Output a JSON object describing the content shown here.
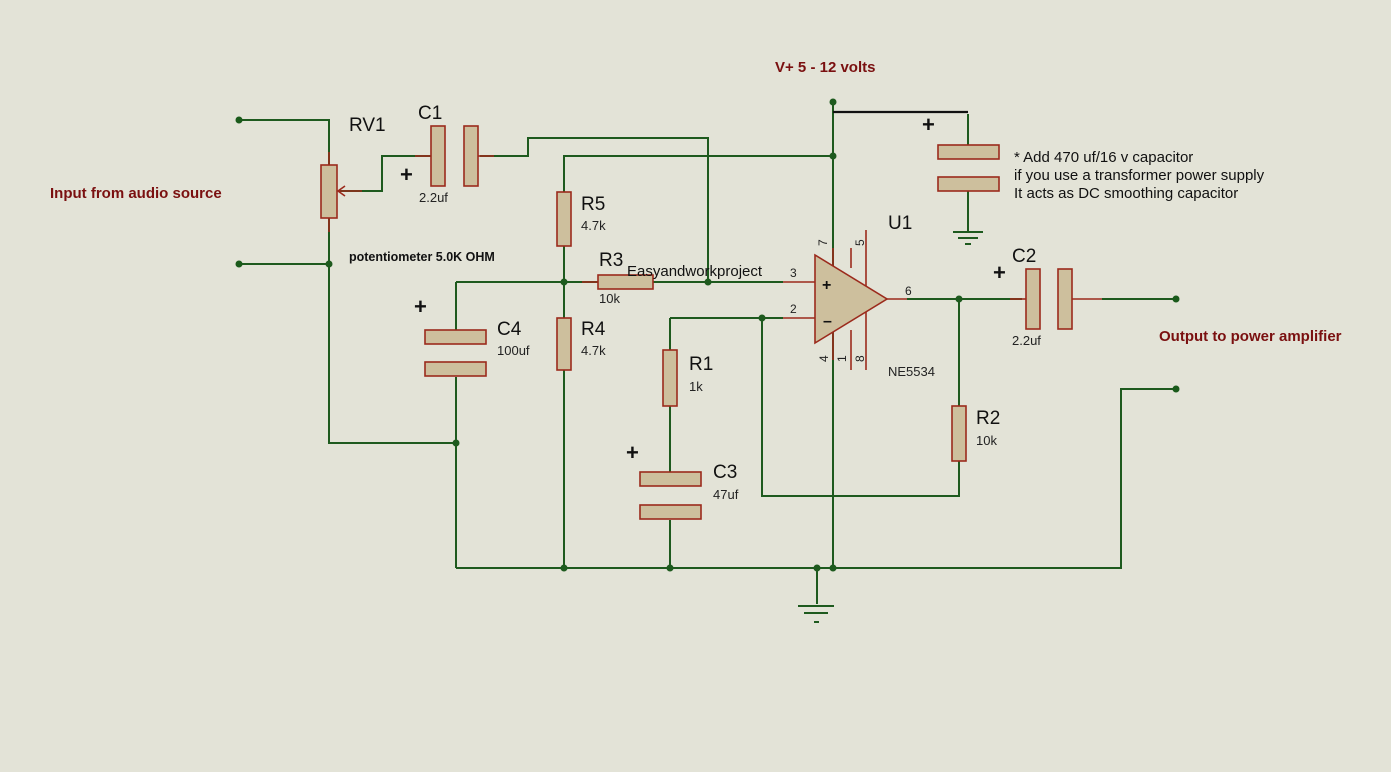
{
  "labels": {
    "supply": "V+ 5 - 12 volts",
    "input": "Input from audio source",
    "output": "Output to power amplifier",
    "pot_desc": "potentiometer 5.0K OHM",
    "watermark": "Easyandworkproject",
    "note_line1": "* Add 470 uf/16 v capacitor",
    "note_line2": "if you use a transformer power supply",
    "note_line3": "It acts as DC smoothing capacitor"
  },
  "components": {
    "rv1": {
      "ref": "RV1"
    },
    "c1": {
      "ref": "C1",
      "value": "2.2uf"
    },
    "c2": {
      "ref": "C2",
      "value": "2.2uf"
    },
    "c3": {
      "ref": "C3",
      "value": "47uf"
    },
    "c4": {
      "ref": "C4",
      "value": "100uf"
    },
    "r1": {
      "ref": "R1",
      "value": "1k"
    },
    "r2": {
      "ref": "R2",
      "value": "10k"
    },
    "r3": {
      "ref": "R3",
      "value": "10k"
    },
    "r4": {
      "ref": "R4",
      "value": "4.7k"
    },
    "r5": {
      "ref": "R5",
      "value": "4.7k"
    },
    "u1": {
      "ref": "U1",
      "value": "NE5534"
    }
  },
  "pins": {
    "p7": "7",
    "p5": "5",
    "p3": "3",
    "p2": "2",
    "p6": "6",
    "p4": "4",
    "p1": "1",
    "p8": "8"
  },
  "symbols": {
    "plus": "+",
    "minus": "−",
    "inv_plus": "+",
    "inv_minus": "–"
  }
}
